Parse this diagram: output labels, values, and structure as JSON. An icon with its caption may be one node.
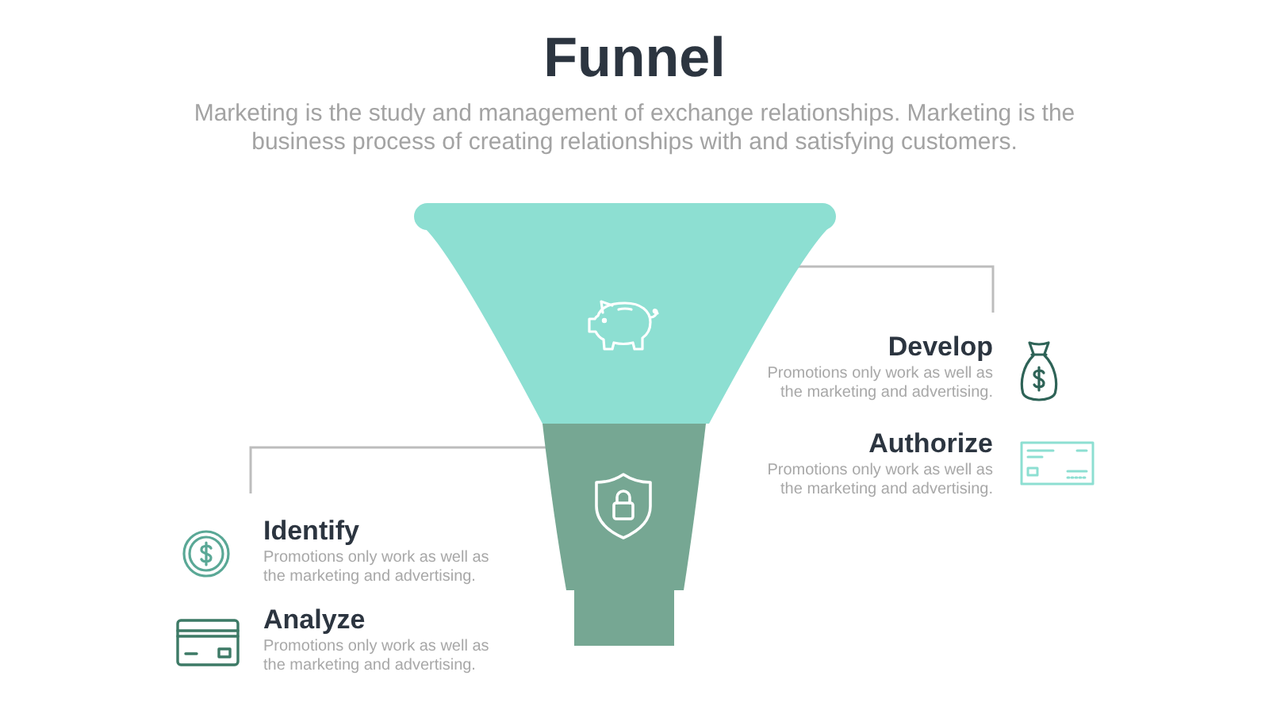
{
  "diagram": {
    "title": "Funnel",
    "nodes": [
      {
        "text": [],
        "shape": "bar"
      },
      {
        "text": [],
        "shape": "trapezoid"
      },
      {
        "text": [
          "Develop",
          "Promotions only work as well as the marketing and advertising."
        ]
      },
      {
        "text": [],
        "shape": "trapezoid"
      },
      {
        "text": [
          "Identify",
          "Promotions only work as well as the marketing and advertising."
        ]
      },
      {
        "text": [],
        "shape": "box"
      }
    ],
    "edges": [
      {
        "from": 2,
        "to": 1,
        "arrow": "none"
      },
      {
        "from": 4,
        "to": 3,
        "arrow": "none"
      }
    ],
    "labels": [
      "Marketing is the study and management of exchange relationships. Marketing is the business process of creating relationships with and satisfying customers.",
      "Authorize",
      "Promotions only work as well as the marketing and advertising.",
      "Analyze",
      "Promotions only work as well as the marketing and advertising."
    ]
  }
}
